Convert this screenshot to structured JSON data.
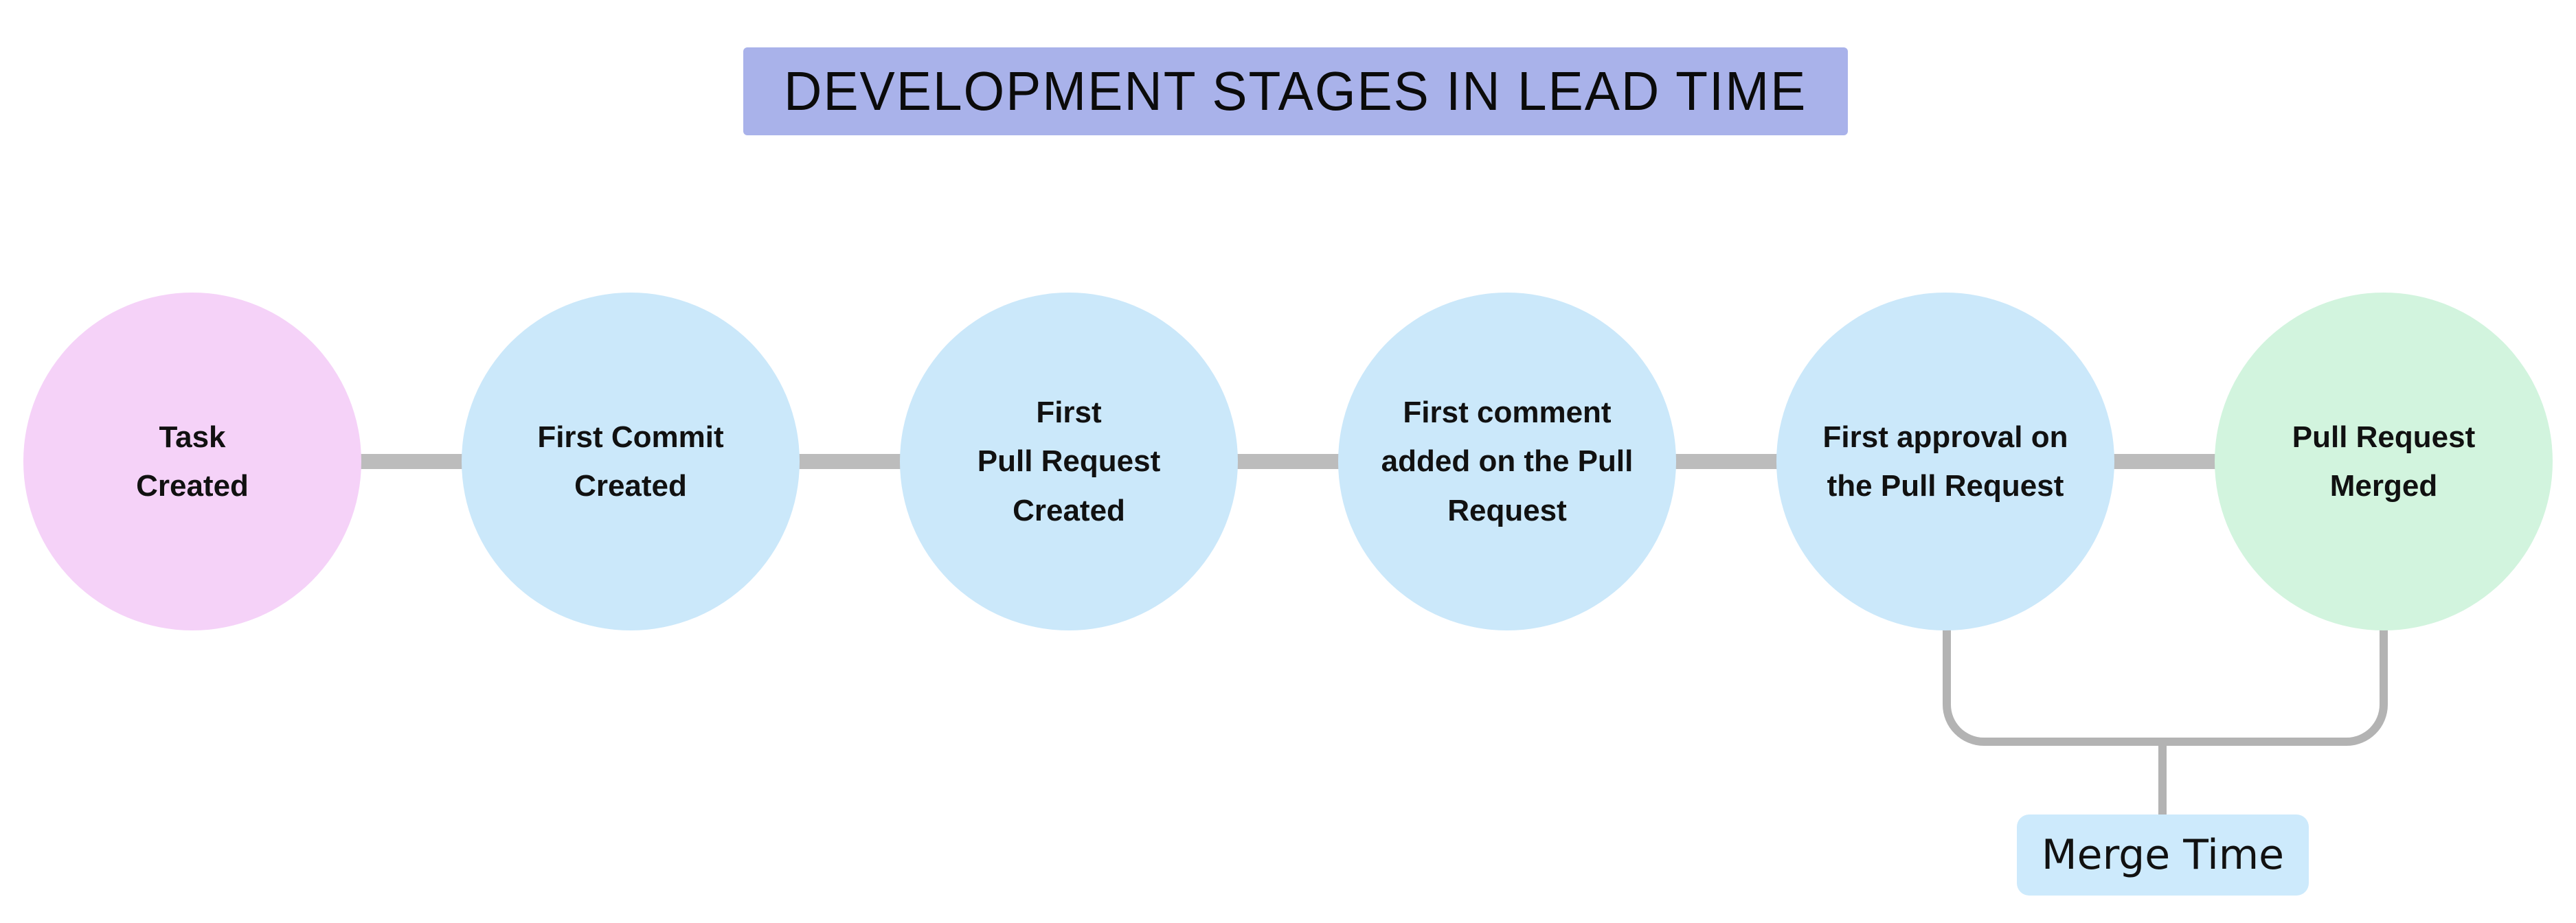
{
  "title": {
    "text": "DEVELOPMENT STAGES IN LEAD TIME",
    "bg_color": "#a9b2ea"
  },
  "stages": [
    {
      "label": "Task\nCreated",
      "color": "#f5d2f8"
    },
    {
      "label": "First Commit\nCreated",
      "color": "#cbe8fa"
    },
    {
      "label": "First\nPull Request\nCreated",
      "color": "#cbe8fa"
    },
    {
      "label": "First comment\nadded on the Pull\nRequest",
      "color": "#cbe8fa"
    },
    {
      "label": "First approval on\nthe Pull Request",
      "color": "#cbe8fa"
    },
    {
      "label": "Pull Request\nMerged",
      "color": "#d2f4de"
    }
  ],
  "merge_time": {
    "label": "Merge Time",
    "bg_color": "#cdeafc",
    "from_stage": "First approval on the Pull Request",
    "to_stage": "Pull Request Merged"
  },
  "colors": {
    "background": "#ffffff",
    "connector": "#bcbcbc",
    "bracket": "#b3b3b3",
    "text": "#111111"
  }
}
